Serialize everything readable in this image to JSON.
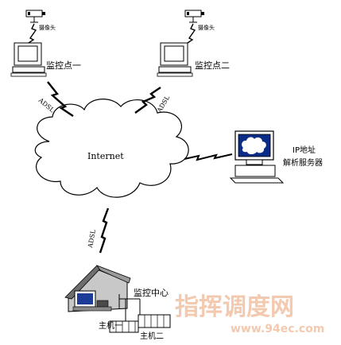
{
  "nodes": {
    "camera_label_1": "摄像头",
    "camera_label_2": "摄像头",
    "monitor_point_1": "监控点一",
    "monitor_point_2": "监控点二",
    "internet": "Internet",
    "dns_server_line1": "IP地址",
    "dns_server_line2": "解析服务器",
    "monitor_center": "监控中心",
    "host_1": "主机一",
    "host_2": "主机二"
  },
  "links": {
    "adsl_1": "ADSL",
    "adsl_2": "ADSL",
    "adsl_3": "ADSL"
  },
  "watermark": {
    "text": "指挥调度网",
    "url": "www.94ec.com",
    "color": "#f3c9b0"
  }
}
